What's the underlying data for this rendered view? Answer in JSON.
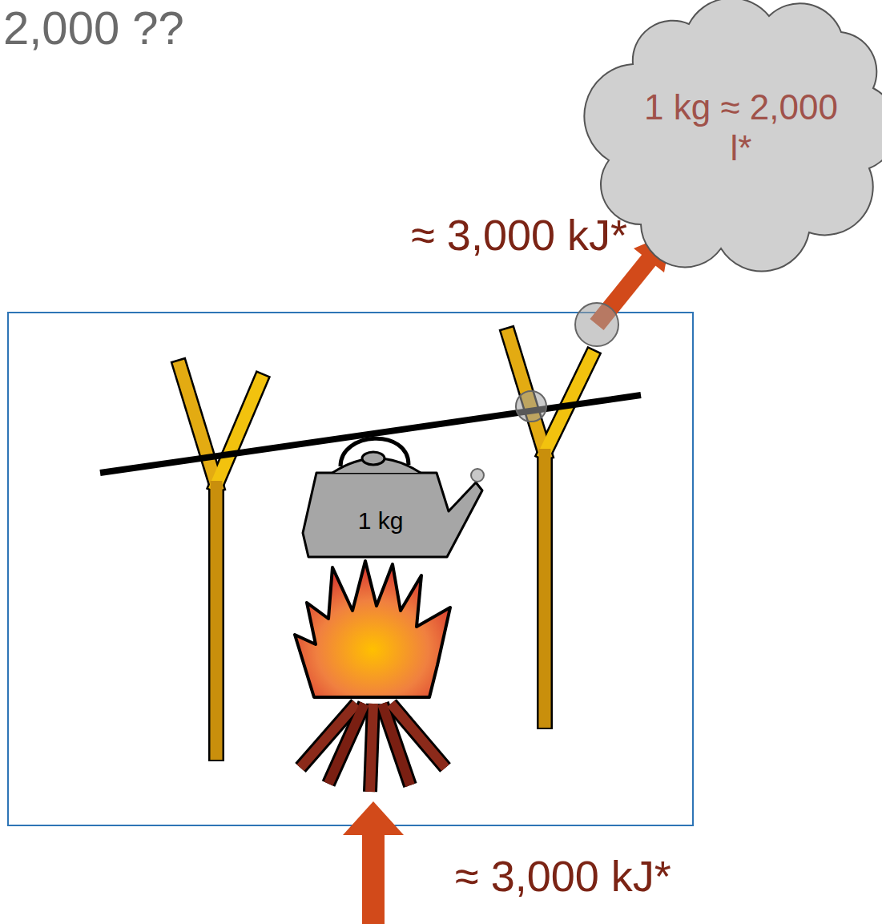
{
  "diagram": {
    "title": "2,000 ??",
    "nodes": [
      {
        "text": [
          "1 kg ≈ 2,000 l*"
        ]
      },
      {
        "text": [
          "1 kg"
        ]
      }
    ],
    "labels": [
      "≈ 3,000 kJ*",
      "≈ 3,000 kJ*"
    ]
  }
}
